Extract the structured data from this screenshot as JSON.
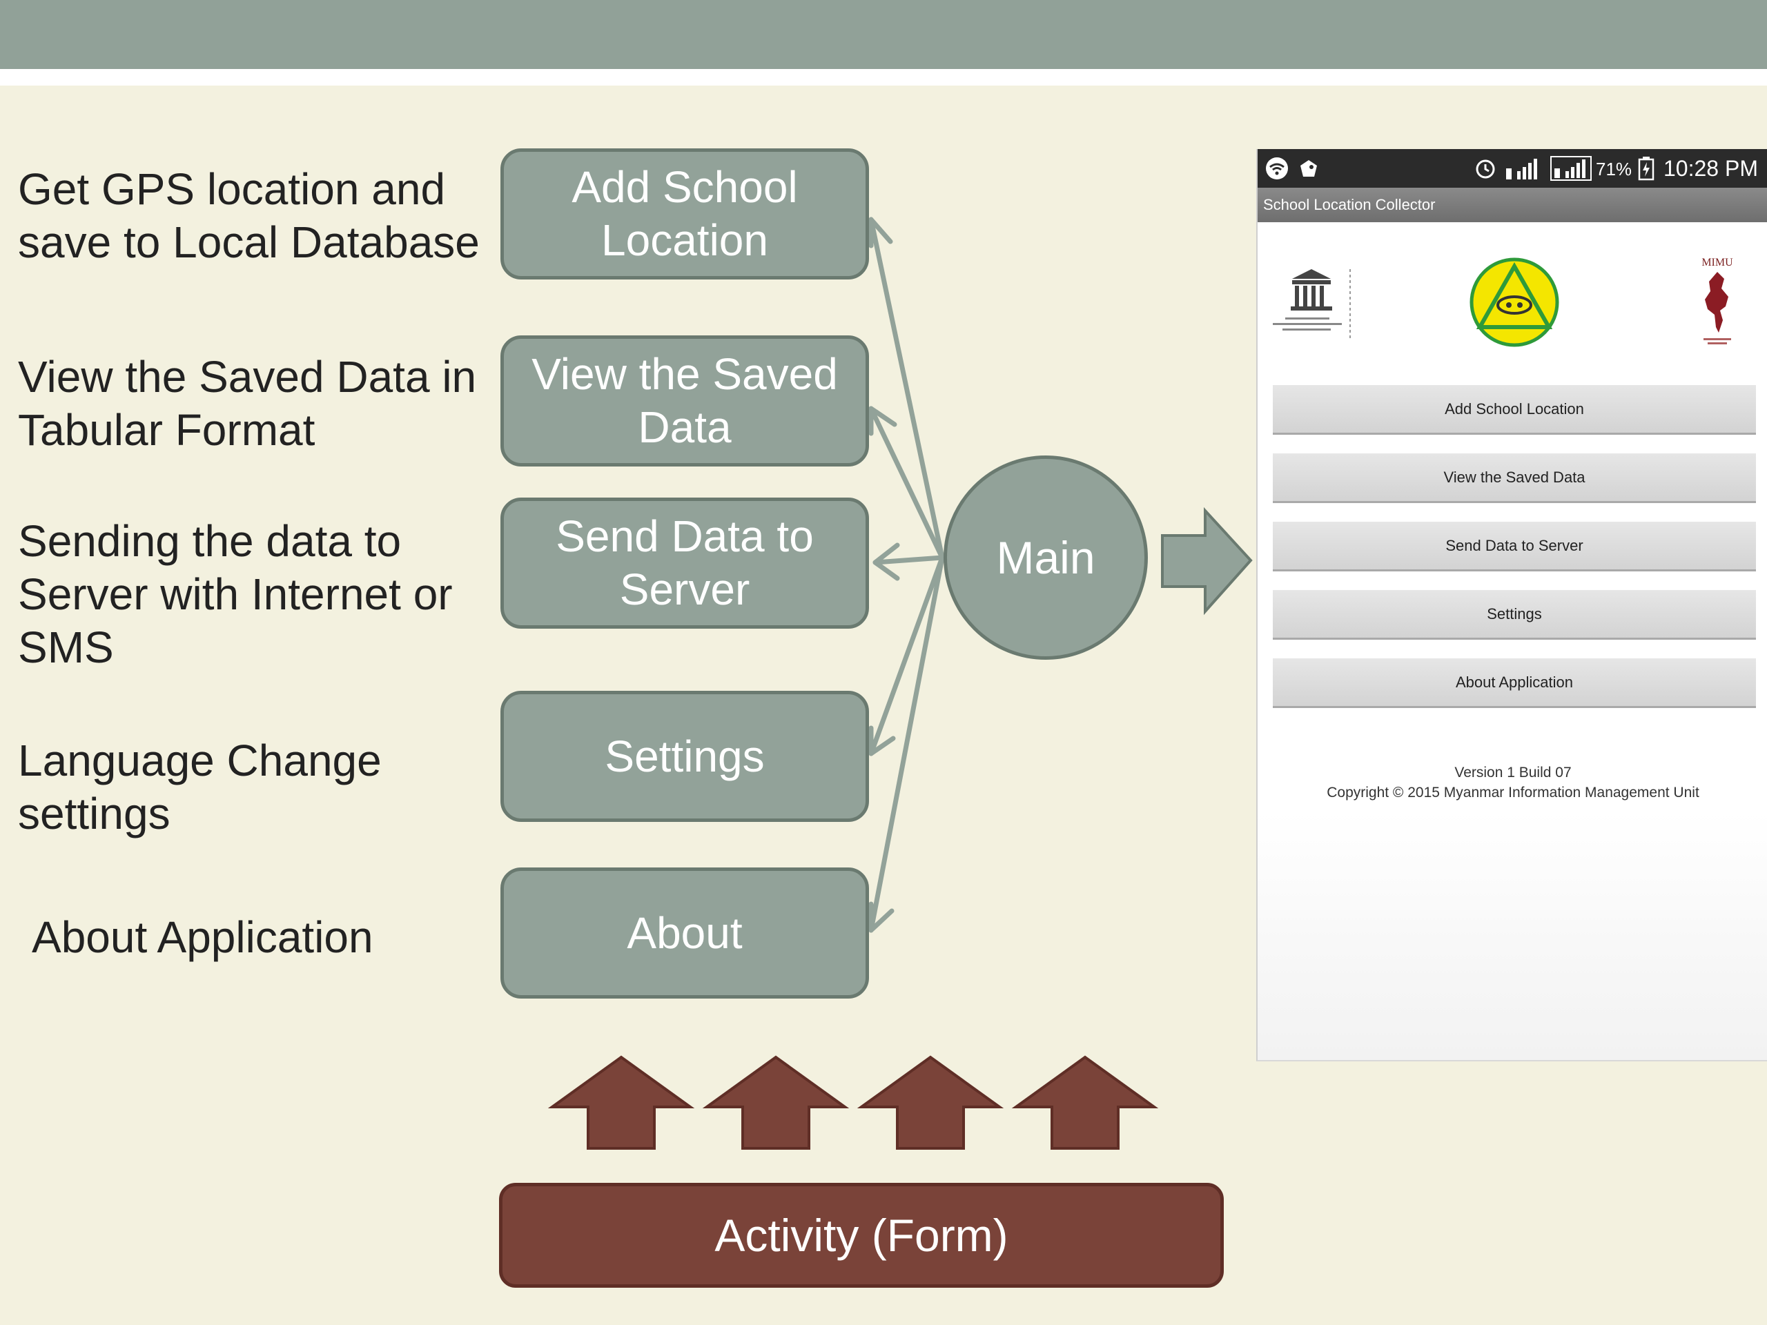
{
  "descriptions": {
    "gps": "Get GPS location and save to Local Database",
    "view": "View the Saved Data in Tabular Format",
    "send": "Sending the data to Server with Internet or SMS",
    "language": "Language Change settings",
    "about": "About Application"
  },
  "nodes": {
    "add_school": "Add School Location",
    "view_saved": "View the Saved Data",
    "send_data": "Send Data to Server",
    "settings": "Settings",
    "about": "About",
    "main": "Main"
  },
  "activity": "Activity (Form)",
  "colors": {
    "background": "#f3f1df",
    "header": "#91a198",
    "node_fill": "#92a299",
    "node_border": "#6a7a70",
    "activity_fill": "#7a4339",
    "arrow_fill": "#7a4339"
  },
  "phone": {
    "status": {
      "battery": "71%",
      "time": "10:28 PM",
      "icons": [
        "wifi-icon",
        "notification-icon",
        "alarm-icon",
        "signal-icon",
        "signal-icon",
        "battery-icon"
      ]
    },
    "app_title": "School Location Collector",
    "logos": {
      "left": "UN organization logo",
      "center": "ministry logo",
      "right": "MIMU logo",
      "right_text": "MIMU"
    },
    "buttons": [
      "Add School Location",
      "View the Saved Data",
      "Send Data to Server",
      "Settings",
      "About Application"
    ],
    "version": "Version 1 Build 07",
    "copyright": "Copyright © 2015 Myanmar Information Management Unit"
  }
}
